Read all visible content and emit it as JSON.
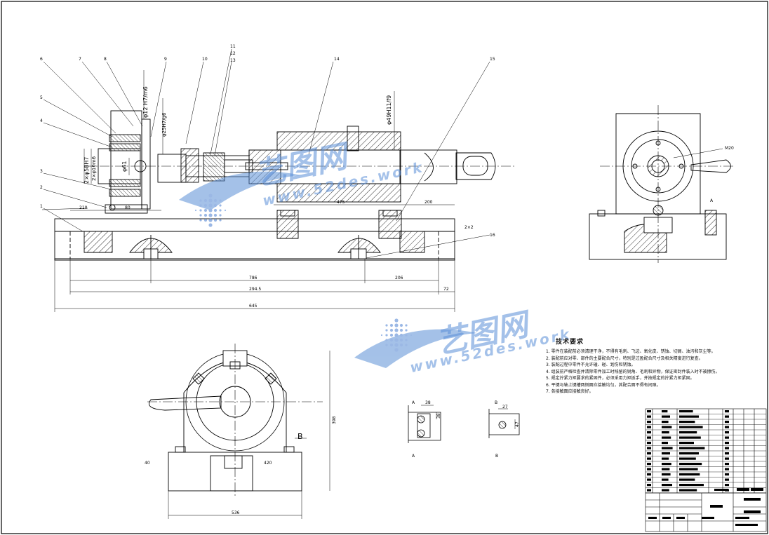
{
  "tech_requirements": {
    "title": "技术要求",
    "lines": [
      "1. 零件在装配前必须清理干净，不得有毛刺、飞边、氧化皮、锈蚀、切屑、油污和灰尘等。",
      "2. 装配前应对零、部件的主要配合尺寸，特别是过盈配合尺寸及相关精度进行复查。",
      "3. 装配过程中零件不允许磕、碰、划伤和锈蚀。",
      "4. 组装前严格检查并清除零件加工时残留的锐角、毛刺和异物，保证密封件装入时不被擦伤。",
      "5. 规定拧紧力矩要求的紧固件，必须采用力矩扳手，并按规定的拧紧力矩紧固。",
      "6. 平键与轴上键槽两侧面应接触均匀，其配合面不得有间隙。",
      "7. 各接触面应接触良好。"
    ]
  },
  "part_numbers": [
    "6",
    "7",
    "8",
    "9",
    "5",
    "4",
    "3",
    "2",
    "1",
    "10",
    "11",
    "12",
    "13",
    "14",
    "15",
    "16"
  ],
  "fit_annotations": {
    "phi12": "φ12  H7/m6",
    "phi25": "φ25H7/g6",
    "phi58": "2×φ58H7",
    "phi10": "2×φ10m6",
    "phi61": "φ61",
    "phi49": "φ49H11/f9"
  },
  "dimensions": {
    "d210": "210",
    "d80": "80",
    "d475": "475",
    "d200": "200",
    "d786": "786",
    "d206": "206",
    "d2945": "294.5",
    "d72": "72",
    "d645": "645",
    "d2x2": "2×2",
    "d536": "536",
    "d40": "40",
    "d420": "420",
    "d398": "398",
    "m20": "M20",
    "d38": "38",
    "d38b": "38",
    "d27": "27",
    "d47": "47"
  },
  "views": {
    "b_label": "B",
    "a_label": "A",
    "a_view": "A",
    "b_view": "B",
    "a_section": "A",
    "b_section": "B"
  },
  "watermarks": {
    "brand": "艺图网",
    "url": "www.52des.work"
  }
}
